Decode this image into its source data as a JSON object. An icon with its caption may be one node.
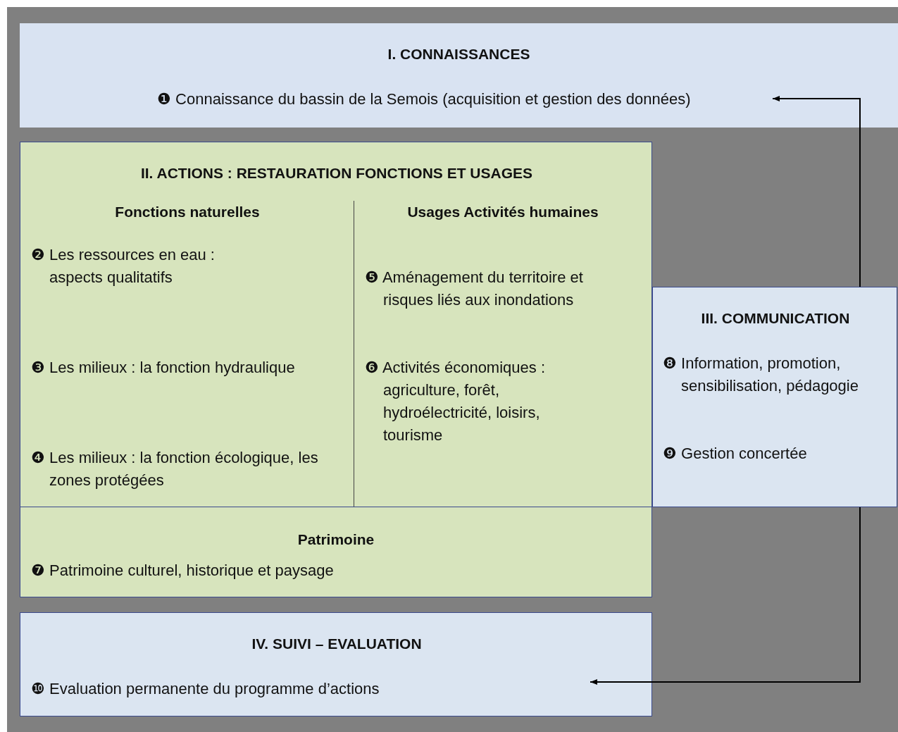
{
  "diagram": {
    "nodes": [
      {
        "text": [
          "I.  CONNAISSANCES",
          "❶ Connaissance du bassin de la Semois (acquisition et gestion des données)"
        ]
      },
      {
        "text": [
          "II.  ACTIONS : RESTAURATION FONCTIONS ET USAGES"
        ]
      },
      {
        "text": [
          "Fonctions naturelles",
          "❷ Les ressources en eau : aspects qualitatifs",
          "❸ Les milieux : la fonction hydraulique",
          "❹ Les milieux : la fonction écologique, les zones protégées"
        ],
        "in": 1
      },
      {
        "text": [
          "Usages Activités humaines",
          "❺ Aménagement du territoire et risques liés aux inondations",
          "❻ Activités économiques : agriculture, forêt, hydroélectricité, loisirs, tourisme"
        ],
        "in": 1
      },
      {
        "text": [
          "Patrimoine",
          "❼ Patrimoine culturel, historique et paysage"
        ],
        "in": 1
      },
      {
        "text": [
          "III.  COMMUNICATION",
          "❽ Information, promotion, sensibilisation, pédagogie",
          "❾ Gestion concertée"
        ]
      },
      {
        "text": [
          "IV.  SUIVI – EVALUATION",
          "❿ Evaluation permanente du programme d’actions"
        ]
      }
    ],
    "edges": [
      {
        "from": 5,
        "to": 0,
        "arrow": "to"
      },
      {
        "from": 5,
        "to": 6,
        "arrow": "to"
      }
    ]
  }
}
